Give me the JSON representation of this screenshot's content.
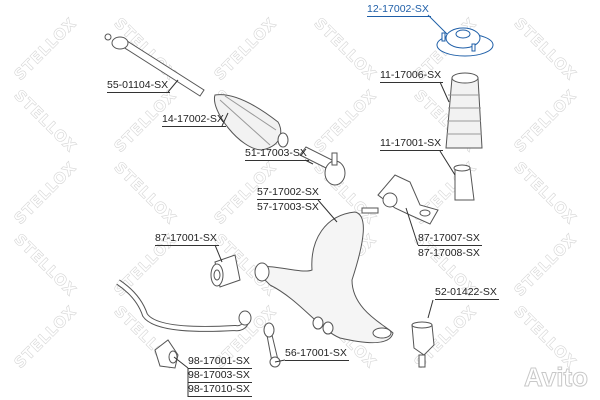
{
  "watermark": "STELLOX",
  "brand_logo": "Avito",
  "highlight_color": "#1f5fa8",
  "parts": [
    {
      "id": "top-mount",
      "label": "12-17002-SX",
      "highlighted": true
    },
    {
      "id": "inner-tie-rod",
      "label": "55-01104-SX"
    },
    {
      "id": "steering-boot",
      "label": "14-17002-SX"
    },
    {
      "id": "bump-boot",
      "label": "11-17006-SX"
    },
    {
      "id": "tie-rod-end",
      "label": "51-17003-SX"
    },
    {
      "id": "bump-stop",
      "label": "11-17001-SX"
    },
    {
      "id": "control-arm-a",
      "label": "57-17002-SX"
    },
    {
      "id": "control-arm-b",
      "label": "57-17003-SX"
    },
    {
      "id": "arm-bushing",
      "label": "87-17001-SX"
    },
    {
      "id": "rear-bushing-a",
      "label": "87-17007-SX"
    },
    {
      "id": "rear-bushing-b",
      "label": "87-17008-SX"
    },
    {
      "id": "ball-joint",
      "label": "52-01422-SX"
    },
    {
      "id": "stabilizer-link",
      "label": "56-17001-SX"
    },
    {
      "id": "stab-bushing-a",
      "label": "98-17001-SX"
    },
    {
      "id": "stab-bushing-b",
      "label": "98-17003-SX"
    },
    {
      "id": "stab-bushing-c",
      "label": "98-17010-SX"
    }
  ]
}
